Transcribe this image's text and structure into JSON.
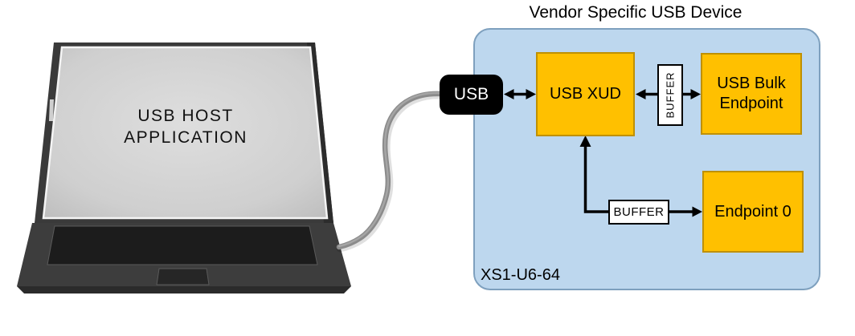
{
  "host_laptop": {
    "screen_line1": "USB HOST",
    "screen_line2": "APPLICATION"
  },
  "usb_plug": {
    "label": "USB"
  },
  "device": {
    "title": "Vendor Specific USB Device",
    "chip_name": "XS1-U6-64",
    "blocks": {
      "xud": {
        "label": "USB XUD"
      },
      "bulk_endpoint": {
        "label": "USB Bulk Endpoint"
      },
      "endpoint0": {
        "label": "Endpoint 0"
      },
      "buffer_vertical": {
        "label": "BUFFER"
      },
      "buffer_horizontal": {
        "label": "BUFFER"
      }
    }
  },
  "colors": {
    "device_fill": "#BDD7EE",
    "device_border": "#7EA0BE",
    "block_fill": "#FFC000",
    "block_border": "#BF9000",
    "buffer_fill": "#FFFFFF",
    "buffer_border": "#000000",
    "usb_plug_fill": "#000000",
    "usb_plug_text": "#FFFFFF",
    "arrow": "#000000",
    "cable": "#8B8B8B",
    "laptop_body": "#3D3D3D",
    "laptop_keyboard": "#1C1C1C",
    "screen_text": "#111111"
  }
}
